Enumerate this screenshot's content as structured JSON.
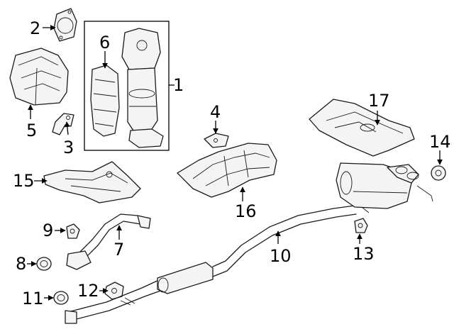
{
  "callouts": {
    "c1": "1",
    "c2": "2",
    "c3": "3",
    "c4": "4",
    "c5": "5",
    "c6": "6",
    "c7": "7",
    "c8": "8",
    "c9": "9",
    "c10": "10",
    "c11": "11",
    "c12": "12",
    "c13": "13",
    "c14": "14",
    "c15": "15",
    "c16": "16",
    "c17": "17"
  },
  "colors": {
    "line": "#1a1a1a",
    "background": "#ffffff",
    "part_fill": "#f4f4f4"
  }
}
